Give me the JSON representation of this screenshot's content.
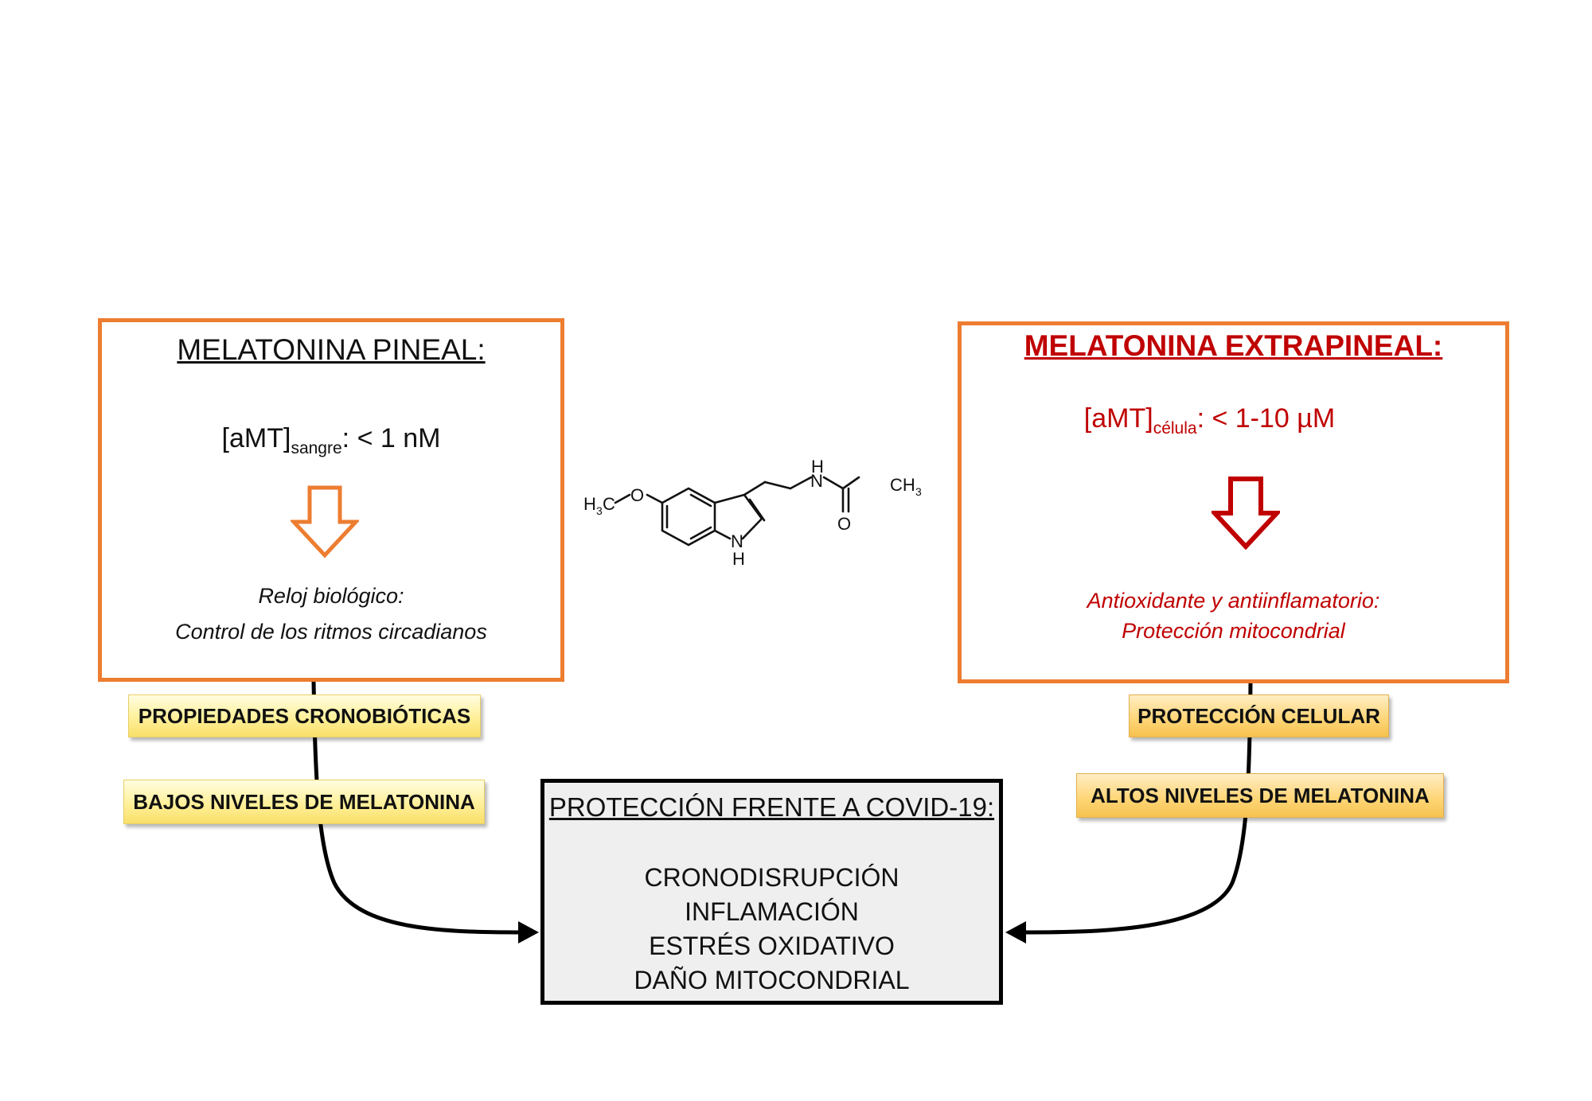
{
  "pineal": {
    "title": "MELATONINA PINEAL:",
    "conc_main": "[aMT]",
    "conc_sub": "sangre",
    "conc_value": ": < 1 nM",
    "effect_line1": "Reloj biológico:",
    "effect_line2": "Control de los ritmos circadianos"
  },
  "extrapineal": {
    "title": "MELATONINA EXTRAPINEAL:",
    "conc_main": "[aMT]",
    "conc_sub": "célula",
    "conc_value": ": < 1-10 µM",
    "effect_line1": "Antioxidante y antiinflamatorio:",
    "effect_line2": "Protección mitocondrial"
  },
  "tags": {
    "cronobioticas": "PROPIEDADES CRONOBIÓTICAS",
    "bajos_niveles": "BAJOS NIVELES DE MELATONINA",
    "proteccion_celular": "PROTECCIÓN CELULAR",
    "altos_niveles": "ALTOS NIVELES DE MELATONINA"
  },
  "covid": {
    "title": "PROTECCIÓN FRENTE A COVID-19:",
    "items": [
      "CRONODISRUPCIÓN",
      "INFLAMACIÓN",
      "ESTRÉS OXIDATIVO",
      "DAÑO MITOCONDRIAL"
    ]
  },
  "molecule": {
    "label_h3c": "H",
    "label_h3c_sub": "3",
    "label_h3c_c": "C",
    "label_o_methoxy": "O",
    "label_nh_h": "H",
    "label_nh_n": "N",
    "label_amide_h": "H",
    "label_amide_n": "N",
    "label_ch": "CH",
    "label_ch_sub": "3",
    "label_carbonyl_o": "O"
  },
  "colors": {
    "panel_border": "#ed7d31",
    "extra_text": "#c00000",
    "pineal_arrow": "#ed7d31",
    "extra_arrow": "#c00000",
    "tag_yellow": "#fff099",
    "tag_orange": "#ffd77a"
  }
}
